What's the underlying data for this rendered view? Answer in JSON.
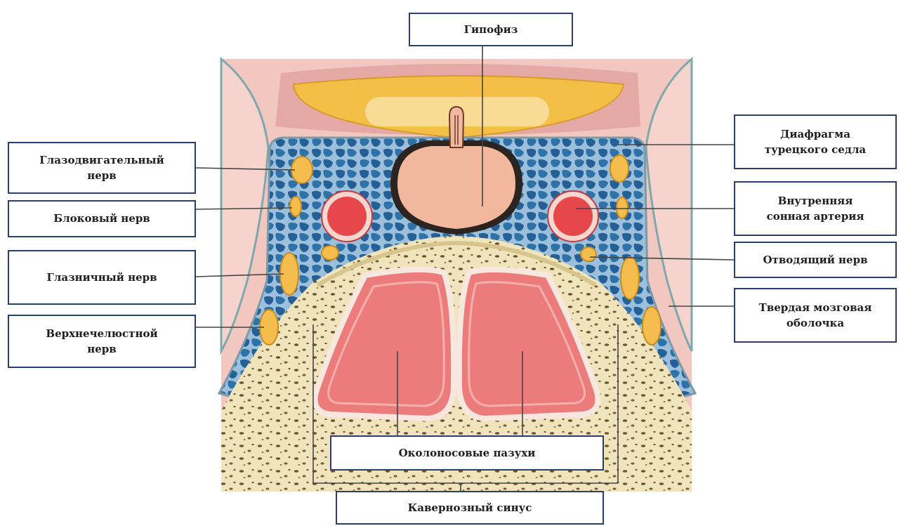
{
  "labels": {
    "hypophysis": "Гипофиз",
    "oculomotor_nerve": "Глазодвигательный\nнерв",
    "trochlear_nerve": "Блоковый нерв",
    "ophthalmic_nerve": "Глазничный нерв",
    "maxillary_nerve": "Верхнечелюстной\nнерв",
    "sellar_diaphragm": "Диафрагма\nтурецкого седла",
    "internal_carotid": "Внутренняя\nсонная артерия",
    "abducens_nerve": "Отводящий нерв",
    "dura_mater": "Твердая мозговая\nоболочка",
    "paranasal_sinuses": "Околоносовые пазухи",
    "cavernous_sinus": "Кавернозный синус"
  },
  "colors": {
    "background": "#ffffff",
    "tissue": "#f2c7c0",
    "pituitary": "#f1b89d",
    "venous_sinus": "#2f6ea3",
    "nerve": "#f4bd4e",
    "artery": "#e5474a",
    "bone": "#efe4bc",
    "sinus_mucosa": "#ec7b7c",
    "dura": "#8fb1b6",
    "label_border": "#2b3f6b",
    "leader_line": "#444444"
  }
}
